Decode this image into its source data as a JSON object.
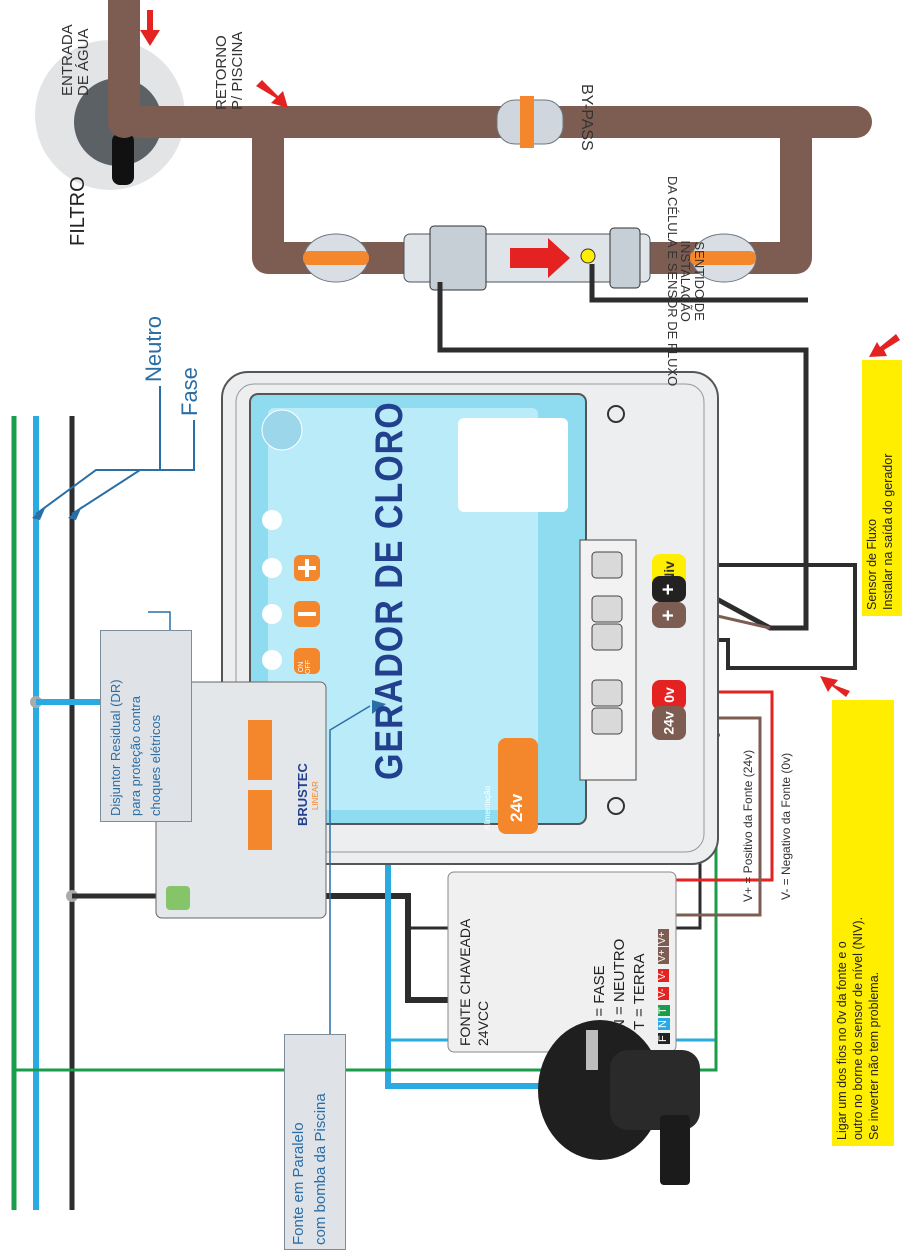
{
  "pipes": {
    "entrada": "ENTRADA\nDE ÁGUA",
    "retorno": "RETORNO\nP/ PISCINA",
    "filtro": "FILTRO",
    "bypass": "BY-PASS",
    "sentido": "SENTIDO DE\nINSTALAÇÃO\nDA CÉLULA E SENSOR DE FLUXO"
  },
  "power_lines": {
    "neutro": "Neutro",
    "fase": "Fase"
  },
  "notes": {
    "sensor_fluxo": [
      "Sensor de Fluxo",
      "Instalar na saída do gerador"
    ],
    "ligar": [
      "Ligar um dos fios no 0v da fonte e o",
      "outro no borne do sensor de nível (NIV).",
      "Se inverter não tem problema."
    ],
    "dr": [
      "Disjuntor Residual (DR)",
      "para proteção contra",
      "choques elétricos"
    ],
    "fonte_paralelo": [
      "Fonte em Paralelo",
      "com bomba da Piscina"
    ]
  },
  "wires": {
    "positivo": "V+ = Positivo da Fonte (24v)",
    "negativo": "V- = Negativo da Fonte (0v)"
  },
  "generator": {
    "title": "GERADOR DE CLORO",
    "brand": "BRUSTEC",
    "brand_sub": "LINEAR",
    "alim": "Alimentação",
    "volt": "24v",
    "onoff": "ON\nOFF"
  },
  "terminals": {
    "niv": "Niv",
    "plus1": "+",
    "plus2": "+",
    "zero": "0v",
    "v24": "24v"
  },
  "fonte": {
    "title": "FONTE CHAVEADA",
    "vcc": "24VCC",
    "legend": [
      "F = FASE",
      "N = NEUTRO",
      "T = TERRA"
    ],
    "labels_lnt": [
      "F",
      "N",
      "T"
    ],
    "labels_v": [
      "V-",
      "V-",
      "V+",
      "V+"
    ]
  },
  "colors": {
    "pipe": "#7d5d52",
    "blue": "#29abe2",
    "green": "#1a9c4a",
    "black": "#2d2d2d",
    "red": "#e52222",
    "orange": "#f4862c",
    "yellow": "#ffee00"
  }
}
